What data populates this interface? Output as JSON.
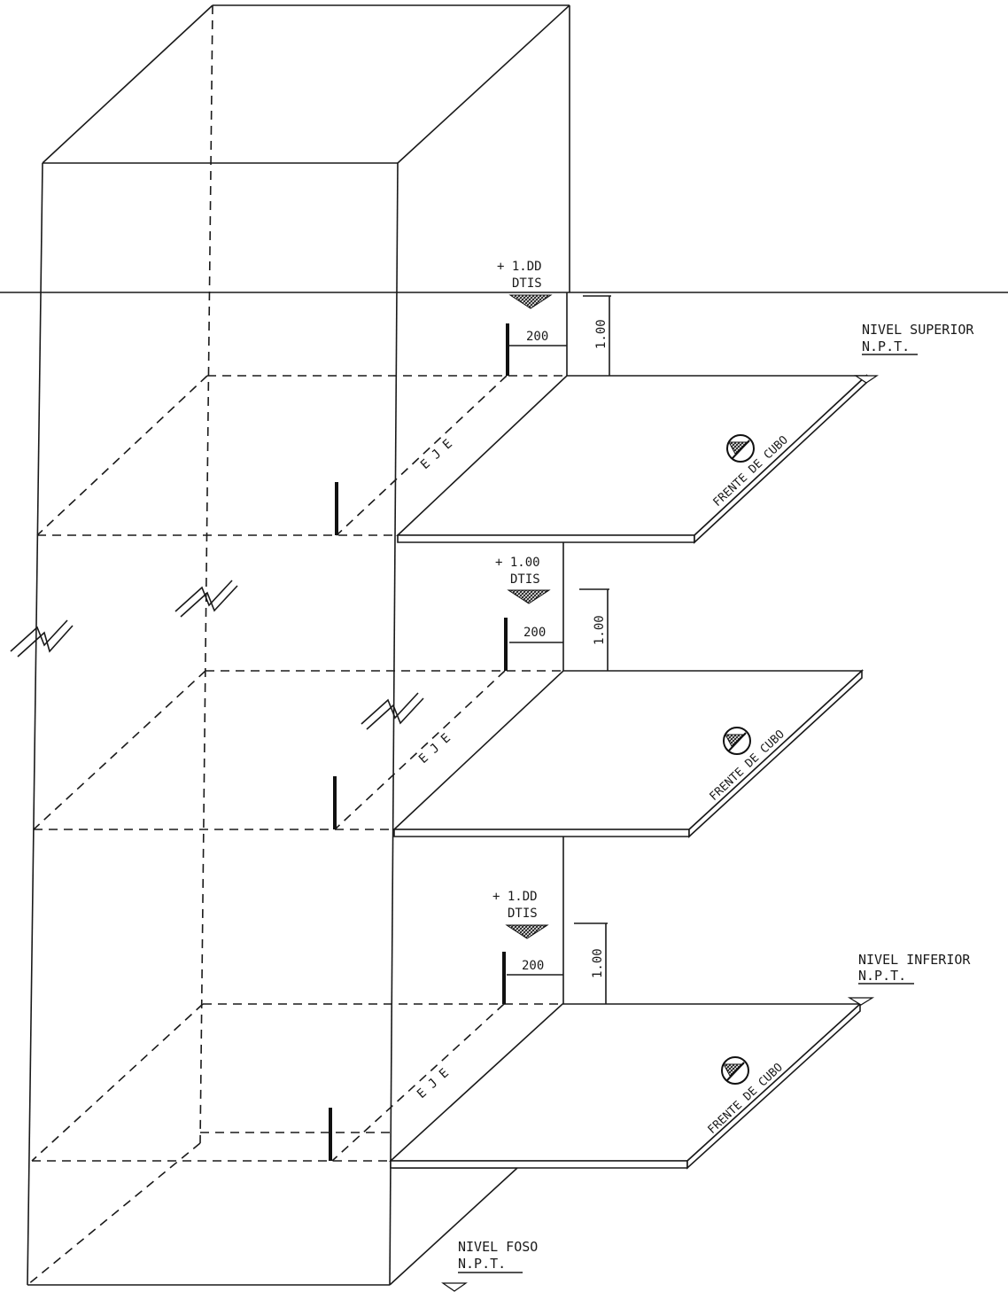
{
  "levels": [
    {
      "ref_value": "+ 1.DD",
      "ref_label": "DTIS",
      "gap_label": "200",
      "height_label": "1.00",
      "axis_label": "E J E",
      "front_label": "FRENTE DE CUBO",
      "level_name": "NIVEL SUPERIOR",
      "level_code": "N.P.T."
    },
    {
      "ref_value": "+ 1.00",
      "ref_label": "DTIS",
      "gap_label": "200",
      "height_label": "1.00",
      "axis_label": "E J E",
      "front_label": "FRENTE DE CUBO"
    },
    {
      "ref_value": "+ 1.DD",
      "ref_label": "DTIS",
      "gap_label": "200",
      "height_label": "1.00",
      "axis_label": "E J E",
      "front_label": "FRENTE DE CUBO",
      "level_name": "NIVEL INFERIOR",
      "level_code": "N.P.T."
    }
  ],
  "pit": {
    "level_name": "NIVEL FOSO",
    "level_code": "N.P.T."
  },
  "colors": {
    "line": "#1a1a1a",
    "background": "#ffffff",
    "hatch": "#222222"
  }
}
